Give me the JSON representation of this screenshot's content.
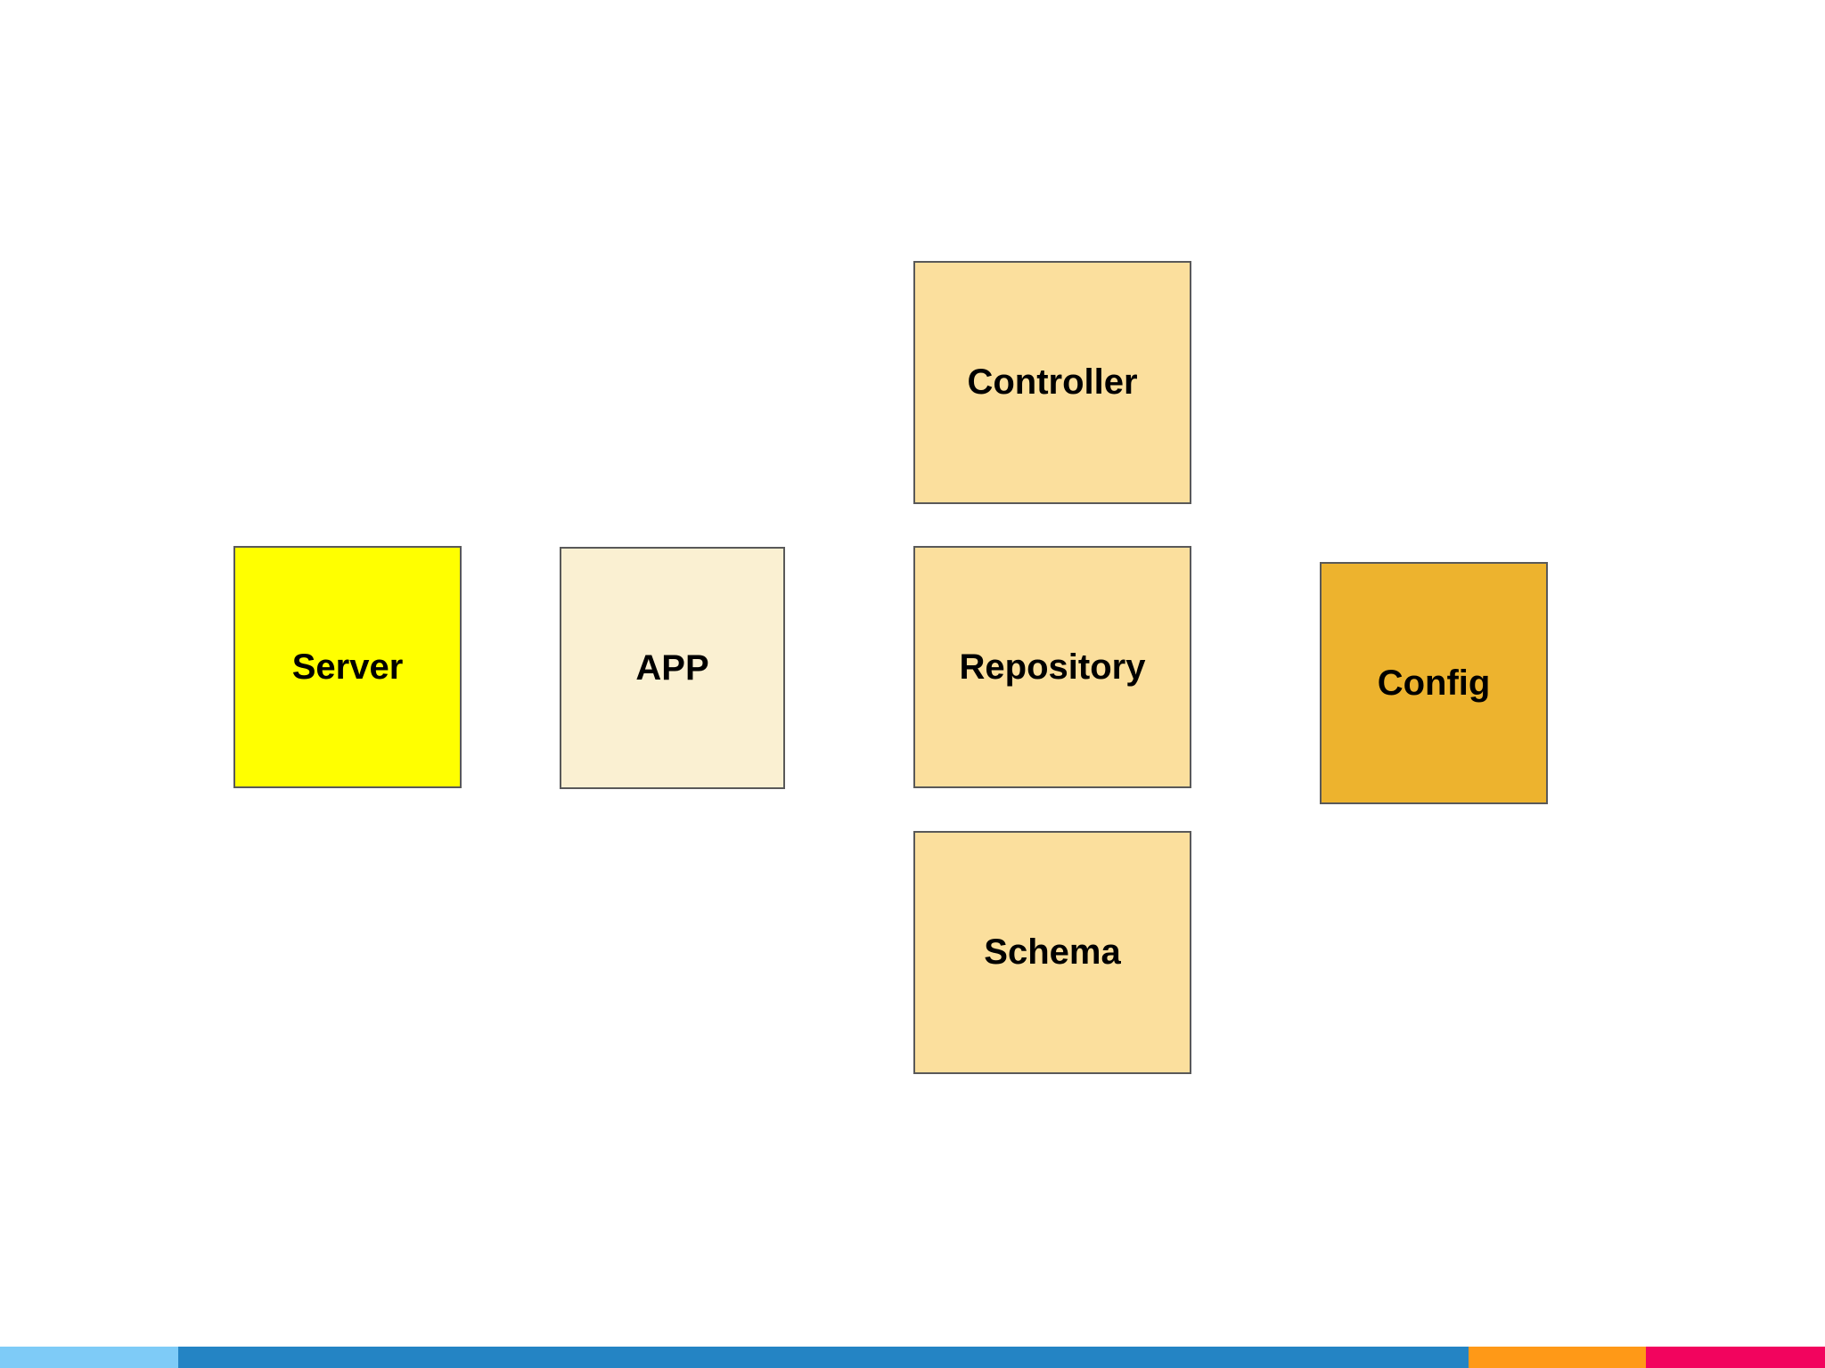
{
  "diagram": {
    "background": "#FFFFFF",
    "text_color": "#000000",
    "border_color": "#595959",
    "nodes": [
      {
        "id": "controller",
        "label": "Controller",
        "fill": "#FBDF9D"
      },
      {
        "id": "server",
        "label": "Server",
        "fill": "#FFFF00"
      },
      {
        "id": "app",
        "label": "APP",
        "fill": "#FAF0D2"
      },
      {
        "id": "repository",
        "label": "Repository",
        "fill": "#FBDF9D"
      },
      {
        "id": "config",
        "label": "Config",
        "fill": "#EDB32E"
      },
      {
        "id": "schema",
        "label": "Schema",
        "fill": "#FBDF9D"
      }
    ]
  },
  "footer_bar": {
    "segments": [
      {
        "name": "light-blue",
        "color": "#7ECBF7"
      },
      {
        "name": "blue",
        "color": "#2484C4"
      },
      {
        "name": "orange",
        "color": "#FF9917"
      },
      {
        "name": "pink",
        "color": "#F2045E"
      }
    ]
  }
}
